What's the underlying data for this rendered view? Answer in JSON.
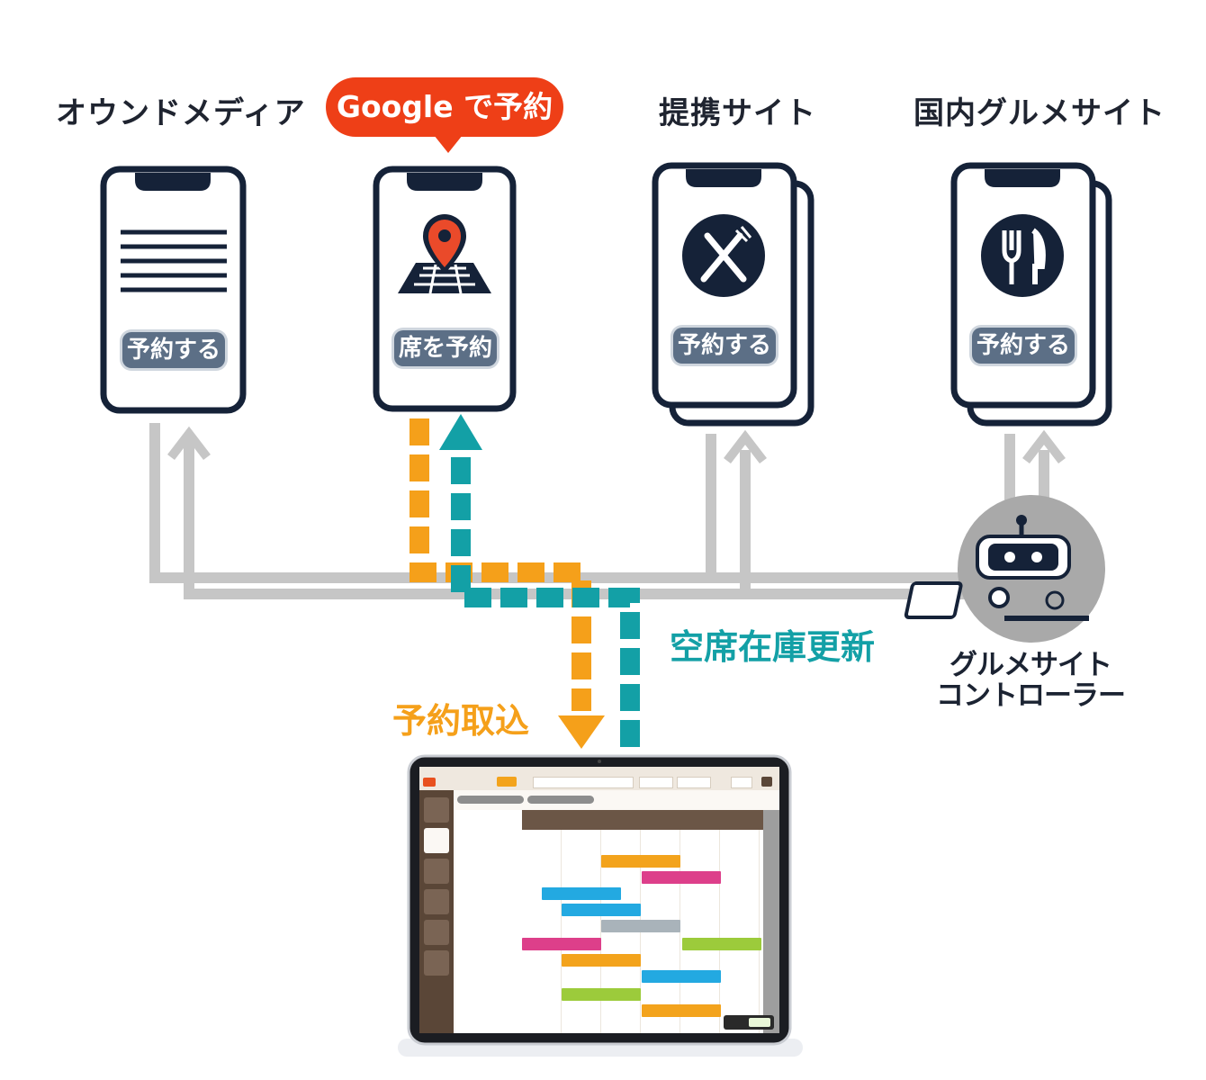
{
  "channels": [
    {
      "id": "owned-media",
      "label": "オウンドメディア",
      "button": "予約する"
    },
    {
      "id": "google",
      "label": "Google で予約",
      "button": "席を予約"
    },
    {
      "id": "partner",
      "label": "提携サイト",
      "button": "予約する"
    },
    {
      "id": "gourmet",
      "label": "国内グルメサイト",
      "button": "予約する"
    }
  ],
  "flows": {
    "import": "予約取込",
    "inventory": "空席在庫更新"
  },
  "controller": {
    "line1": "グルメサイト",
    "line2": "コントローラー"
  },
  "colors": {
    "import": "#f5a01a",
    "inventory": "#13a0a6",
    "connector": "#c4c4c4",
    "google": "#ee3f17",
    "phone_border": "#152238",
    "pill": "#5c6f86"
  }
}
